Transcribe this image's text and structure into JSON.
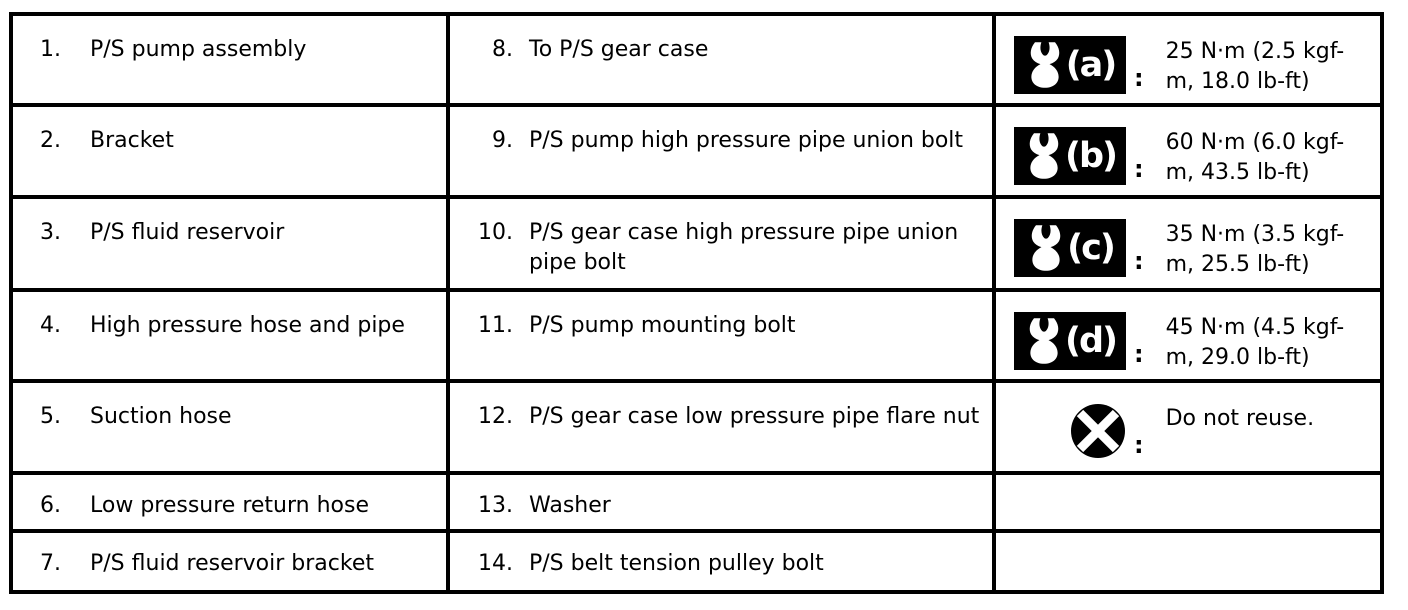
{
  "legend": {
    "parts_left": [
      {
        "num": "1.",
        "label": "P/S pump assembly"
      },
      {
        "num": "2.",
        "label": "Bracket"
      },
      {
        "num": "3.",
        "label": "P/S fluid reservoir"
      },
      {
        "num": "4.",
        "label": "High pressure hose and pipe"
      },
      {
        "num": "5.",
        "label": "Suction hose"
      },
      {
        "num": "6.",
        "label": "Low pressure return hose"
      },
      {
        "num": "7.",
        "label": "P/S fluid reservoir bracket"
      }
    ],
    "parts_middle": [
      {
        "num": "8.",
        "label": "To P/S gear case"
      },
      {
        "num": "9.",
        "label": "P/S pump high pressure pipe union bolt"
      },
      {
        "num": "10.",
        "label": "P/S gear case high pressure pipe union pipe bolt"
      },
      {
        "num": "11.",
        "label": "P/S pump mounting bolt"
      },
      {
        "num": "12.",
        "label": "P/S gear case low pressure pipe flare nut"
      },
      {
        "num": "13.",
        "label": "Washer"
      },
      {
        "num": "14.",
        "label": "P/S belt tension pulley bolt"
      }
    ],
    "torque_specs": [
      {
        "symbol": "wrench-icon",
        "symbol_label": "(a)",
        "colon": ":",
        "value": "25 N·m (2.5 kgf-m, 18.0 lb-ft)"
      },
      {
        "symbol": "wrench-icon",
        "symbol_label": "(b)",
        "colon": ":",
        "value": "60 N·m (6.0 kgf-m, 43.5 lb-ft)"
      },
      {
        "symbol": "wrench-icon",
        "symbol_label": "(c)",
        "colon": ":",
        "value": "35 N·m (3.5 kgf-m, 25.5 lb-ft)"
      },
      {
        "symbol": "wrench-icon",
        "symbol_label": "(d)",
        "colon": ":",
        "value": "45 N·m (4.5 kgf-m, 29.0 lb-ft)"
      },
      {
        "symbol": "do-not-reuse-icon",
        "colon": ":",
        "value": "Do not reuse."
      }
    ],
    "colors": {
      "line": "#000000",
      "background": "#ffffff",
      "symbol_bg": "#000000",
      "symbol_fg": "#ffffff"
    }
  }
}
